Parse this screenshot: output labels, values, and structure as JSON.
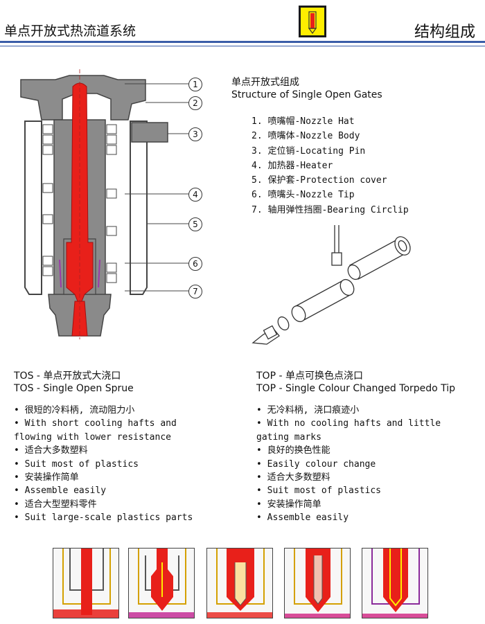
{
  "header": {
    "title_left": "单点开放式热流道系统",
    "title_right": "结构组成",
    "accent_color": "#3a5da8",
    "logo_color": "#ffee00"
  },
  "structure": {
    "title_cn": "单点开放式组成",
    "title_en": "Structure of Single Open Gates",
    "items": [
      "1.  喷嘴帽-Nozzle Hat",
      "2.  喷嘴体-Nozzle Body",
      "3.  定位销-Locating Pin",
      "4.  加热器-Heater",
      "5.  保护套-Protection cover",
      "6.  喷嘴头-Nozzle Tip",
      "7.  轴用弹性挡圈-Bearing Circlip"
    ]
  },
  "callouts": [
    "1",
    "2",
    "3",
    "4",
    "5",
    "6",
    "7"
  ],
  "tos": {
    "title_cn": "TOS - 单点开放式大浇口",
    "title_en": "TOS - Single Open Sprue",
    "bullets": [
      "• 很短的冷料柄, 流动阻力小",
      "• With short cooling hafts and",
      "flowing with lower resistance",
      "• 适合大多数塑料",
      "• Suit most of plastics",
      "• 安装操作简单",
      "• Assemble easily",
      "• 适合大型塑料零件",
      "• Suit large-scale plastics parts"
    ]
  },
  "top": {
    "title_cn": "TOP - 单点可换色点浇口",
    "title_en": "TOP - Single Colour Changed Torpedo Tip",
    "bullets": [
      "• 无冷料柄, 浇口痕迹小",
      "• With no cooling hafts and little",
      "gating marks",
      "• 良好的换色性能",
      "• Easily colour change",
      "• 适合大多数塑料",
      "• Suit most of plastics",
      "• 安装操作简单",
      "• Assemble easily"
    ]
  },
  "colors": {
    "melt": "#e8201a",
    "body": "#8a8a8a",
    "dark": "#555555"
  }
}
